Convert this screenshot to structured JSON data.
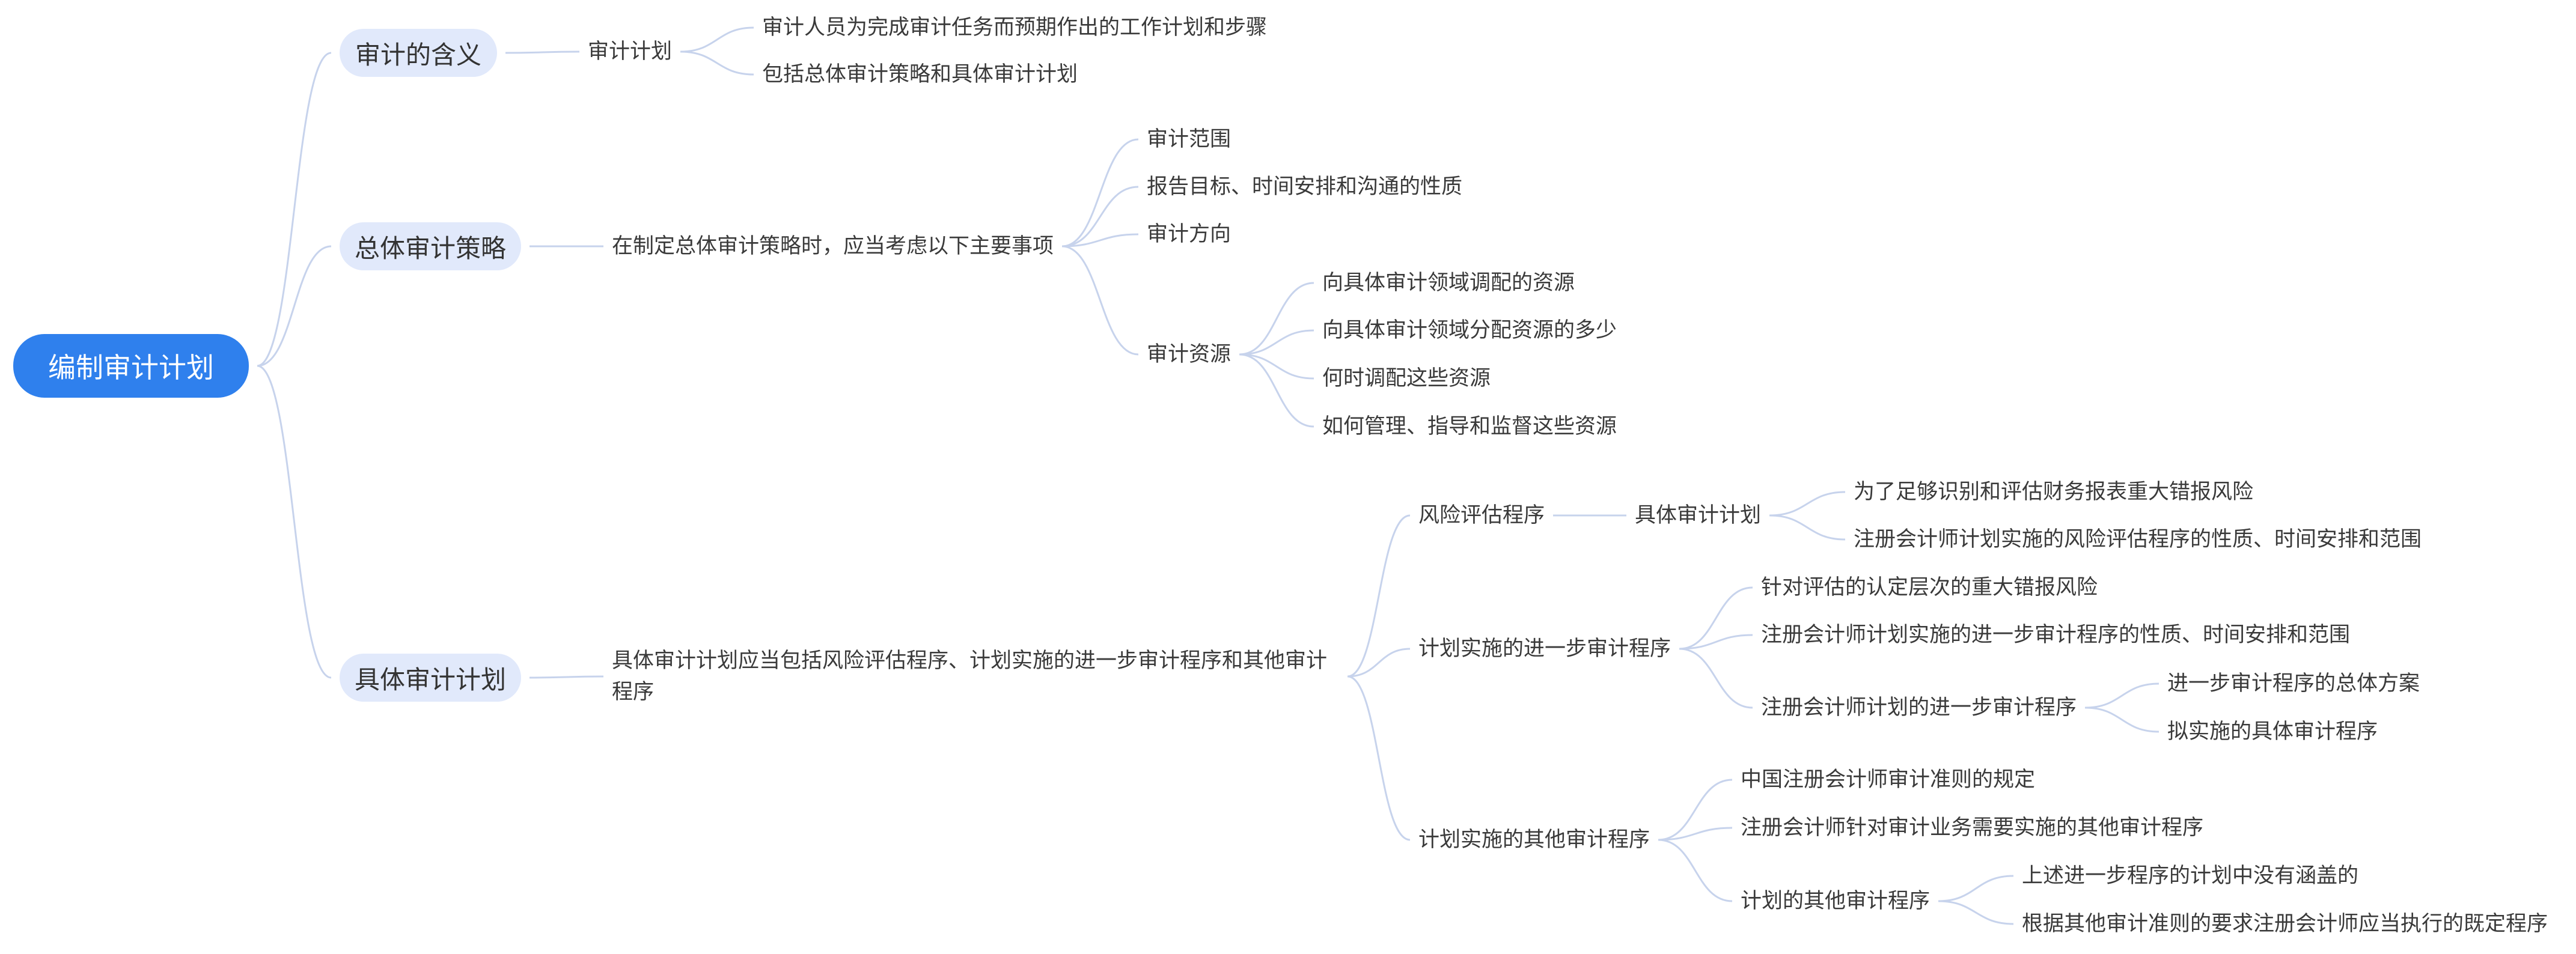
{
  "colors": {
    "root_fill": "#2f80ed",
    "root_text": "#ffffff",
    "branch_fill": "#e1e9fb",
    "line": "#c7d3ec",
    "text": "#3a3a3a"
  },
  "mindmap": {
    "root": "编制审计计划",
    "b1": {
      "label": "审计的含义",
      "c1": {
        "label": "审计计划",
        "d1": "审计人员为完成审计任务而预期作出的工作计划和步骤",
        "d2": "包括总体审计策略和具体审计计划"
      }
    },
    "b2": {
      "label": "总体审计策略",
      "c1": {
        "label": "在制定总体审计策略时，应当考虑以下主要事项",
        "d1": "审计范围",
        "d2": "报告目标、时间安排和沟通的性质",
        "d3": "审计方向",
        "d4": {
          "label": "审计资源",
          "e1": "向具体审计领域调配的资源",
          "e2": "向具体审计领域分配资源的多少",
          "e3": "何时调配这些资源",
          "e4": "如何管理、指导和监督这些资源"
        }
      }
    },
    "b3": {
      "label": "具体审计计划",
      "c1": {
        "label": "具体审计计划应当包括风险评估程序、计划实施的进一步审计程序和其他审计程序",
        "d1": {
          "label": "风险评估程序",
          "e1": {
            "label": "具体审计计划",
            "f1": "为了足够识别和评估财务报表重大错报风险",
            "f2": "注册会计师计划实施的风险评估程序的性质、时间安排和范围"
          }
        },
        "d2": {
          "label": "计划实施的进一步审计程序",
          "e1": "针对评估的认定层次的重大错报风险",
          "e2": "注册会计师计划实施的进一步审计程序的性质、时间安排和范围",
          "e3": {
            "label": "注册会计师计划的进一步审计程序",
            "f1": "进一步审计程序的总体方案",
            "f2": "拟实施的具体审计程序"
          }
        },
        "d3": {
          "label": "计划实施的其他审计程序",
          "e1": "中国注册会计师审计准则的规定",
          "e2": "注册会计师针对审计业务需要实施的其他审计程序",
          "e3": {
            "label": "计划的其他审计程序",
            "f1": "上述进一步程序的计划中没有涵盖的",
            "f2": "根据其他审计准则的要求注册会计师应当执行的既定程序"
          }
        }
      }
    }
  }
}
